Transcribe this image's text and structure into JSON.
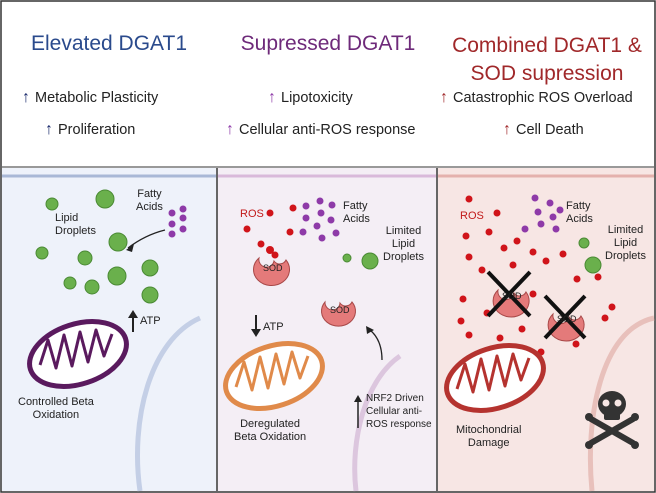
{
  "colors": {
    "elevated": "#2a4a8c",
    "suppressed": "#6e2a7a",
    "combined": "#a0282a",
    "arrow_elevated": "#1a2a6c",
    "arrow_suppressed": "#8e3aa8",
    "arrow_combined": "#a0282a",
    "panel1_bg": "#eef2fa",
    "panel2_bg": "#f4eef5",
    "panel3_bg": "#f7e6e4",
    "lipid_droplet": "#6ab04c",
    "fatty_acid": "#8e3aa8",
    "ros": "#d0141a",
    "sod": "#e47a7a",
    "mito_elevated": "#5a1a5e",
    "mito_suppressed": "#e08a4a",
    "mito_damaged": "#b5332f"
  },
  "columns": [
    {
      "title": "Elevated DGAT1",
      "bullets": [
        {
          "arrow": "up-arrow",
          "text": "Metabolic Plasticity"
        },
        {
          "arrow": "up-arrow",
          "text": "Proliferation"
        }
      ]
    },
    {
      "title": "Supressed DGAT1",
      "bullets": [
        {
          "arrow": "up-arrow",
          "text": "Lipotoxicity"
        },
        {
          "arrow": "up-arrow",
          "text": "Cellular anti-ROS response"
        }
      ]
    },
    {
      "title_line1": "Combined DGAT1 &",
      "title_line2": "SOD supression",
      "bullets": [
        {
          "arrow": "up-arrow",
          "text": "Catastrophic ROS Overload"
        },
        {
          "arrow": "up-arrow",
          "text": "Cell Death"
        }
      ]
    }
  ],
  "panel1": {
    "lipid_label_1": "Lipid",
    "lipid_label_2": "Droplets",
    "fatty_label_1": "Fatty",
    "fatty_label_2": "Acids",
    "atp_arrow": "↑",
    "atp_label": "ATP",
    "mito_label_1": "Controlled Beta",
    "mito_label_2": "Oxidation"
  },
  "panel2": {
    "ros_label": "ROS",
    "fatty_label_1": "Fatty",
    "fatty_label_2": "Acids",
    "limited_label_1": "Limited",
    "limited_label_2": "Lipid",
    "limited_label_3": "Droplets",
    "sod_label": "SOD",
    "atp_arrow": "↓",
    "atp_label": "ATP",
    "mito_label_1": "Deregulated",
    "mito_label_2": "Beta Oxidation",
    "nrf2_arrow": "↑",
    "nrf2_label_1": "NRF2 Driven",
    "nrf2_label_2": "Cellular anti-",
    "nrf2_label_3": "ROS response"
  },
  "panel3": {
    "ros_label": "ROS",
    "fatty_label_1": "Fatty",
    "fatty_label_2": "Acids",
    "limited_label_1": "Limited",
    "limited_label_2": "Lipid",
    "limited_label_3": "Droplets",
    "sod_label": "SOD",
    "mito_label_1": "Mitochondrial",
    "mito_label_2": "Damage",
    "death_icon": "skull-crossbones-icon"
  }
}
